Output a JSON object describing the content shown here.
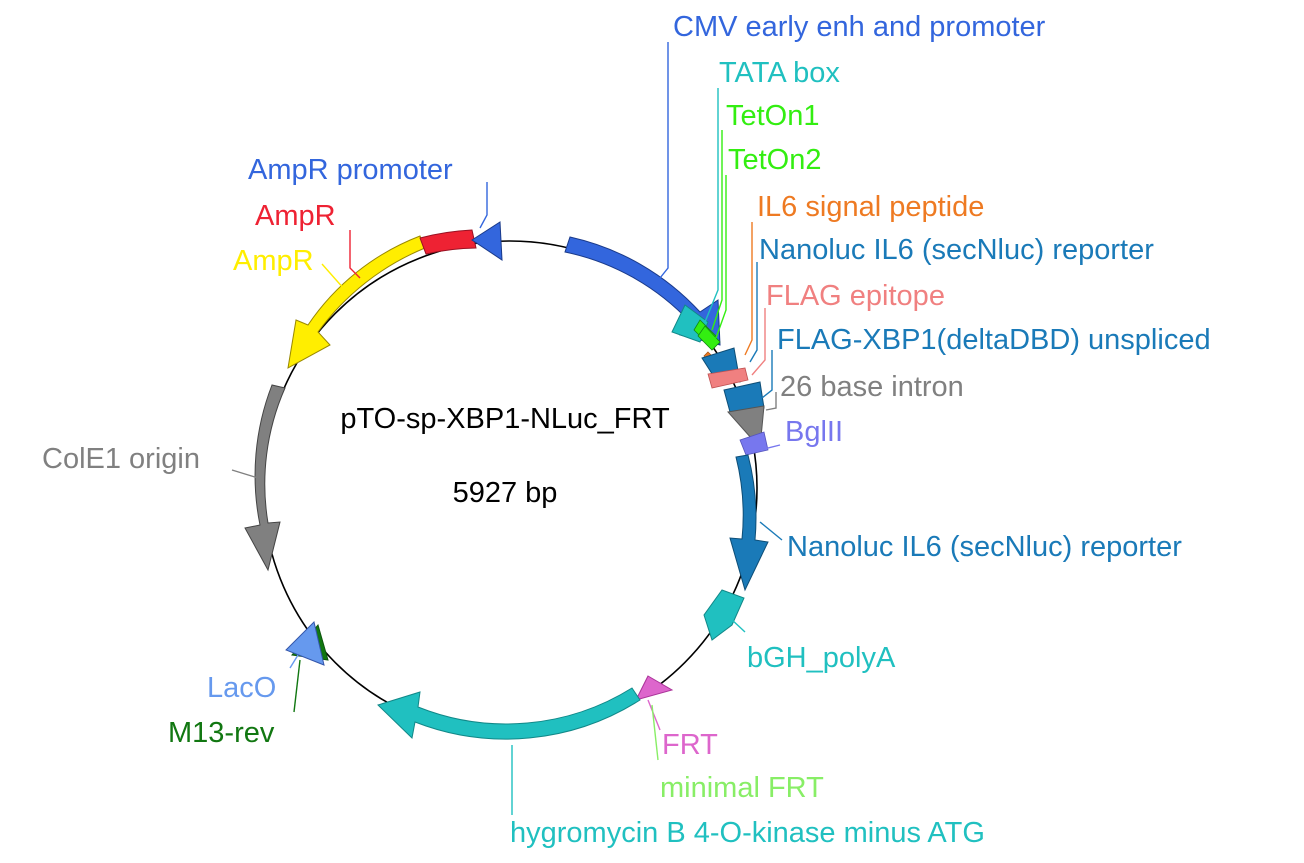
{
  "plasmid": {
    "name": "pTO-sp-XBP1-NLuc_FRT",
    "length_label": "5927 bp"
  },
  "features": [
    {
      "id": "cmv",
      "label": "CMV early enh and promoter",
      "color": "#3366dd"
    },
    {
      "id": "tata",
      "label": "TATA box",
      "color": "#20c0c0"
    },
    {
      "id": "teton1",
      "label": "TetOn1",
      "color": "#33ee11"
    },
    {
      "id": "teton2",
      "label": "TetOn2",
      "color": "#33ee11"
    },
    {
      "id": "il6sp",
      "label": "IL6 signal peptide",
      "color": "#ee7a22"
    },
    {
      "id": "nluc1",
      "label": "Nanoluc IL6 (secNluc) reporter",
      "color": "#1a7ab8"
    },
    {
      "id": "flag",
      "label": "FLAG epitope",
      "color": "#f08080"
    },
    {
      "id": "xbp1",
      "label": "FLAG-XBP1(deltaDBD) unspliced",
      "color": "#1a7ab8"
    },
    {
      "id": "intron",
      "label": "26 base intron",
      "color": "#808080"
    },
    {
      "id": "bglii",
      "label": "BglII",
      "color": "#7777ee"
    },
    {
      "id": "nluc2",
      "label": "Nanoluc IL6 (secNluc) reporter",
      "color": "#1a7ab8"
    },
    {
      "id": "bgh",
      "label": "bGH_polyA",
      "color": "#20c0c0"
    },
    {
      "id": "frt",
      "label": "FRT",
      "color": "#dd66cc"
    },
    {
      "id": "minfrt",
      "label": "minimal FRT",
      "color": "#88ee66"
    },
    {
      "id": "hygro",
      "label": "hygromycin B 4-O-kinase minus ATG",
      "color": "#20c0c0"
    },
    {
      "id": "m13rev",
      "label": "M13-rev",
      "color": "#117711"
    },
    {
      "id": "laco",
      "label": "LacO",
      "color": "#6699ee"
    },
    {
      "id": "cole1",
      "label": "ColE1 origin",
      "color": "#808080"
    },
    {
      "id": "ampr_yellow",
      "label": "AmpR",
      "color": "#ffee00"
    },
    {
      "id": "ampr_red",
      "label": "AmpR",
      "color": "#ee2233"
    },
    {
      "id": "amprprom",
      "label": "AmpR promoter",
      "color": "#3366dd"
    }
  ]
}
